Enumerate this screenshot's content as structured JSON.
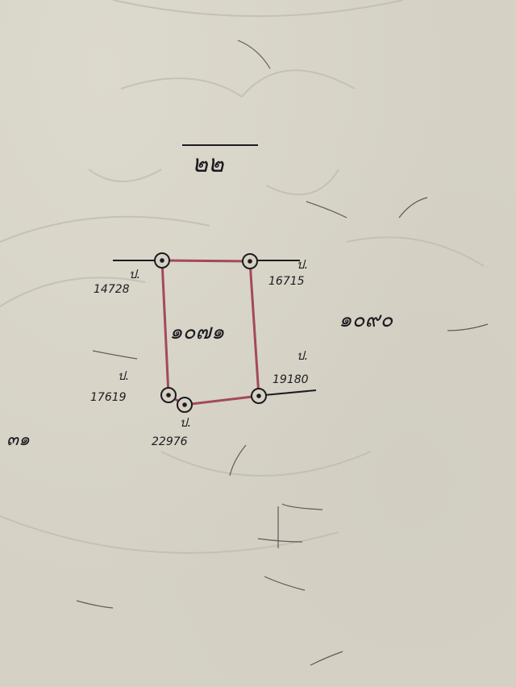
{
  "sheet": {
    "top_parcel": "๒๒",
    "center_parcel": "๑๐๗๑",
    "right_parcel": "๑๐๙๐",
    "left_parcel": "๓๑"
  },
  "markers": [
    {
      "prefix": "ป.",
      "number": "14728"
    },
    {
      "prefix": "ป.",
      "number": "16715"
    },
    {
      "prefix": "ป.",
      "number": "17619"
    },
    {
      "prefix": "ป.",
      "number": "19180"
    },
    {
      "prefix": "ป.",
      "number": "22976"
    }
  ],
  "colors": {
    "boundary": "#a3495b",
    "ink": "#1d1b20",
    "paper": "#d5d2c5"
  }
}
